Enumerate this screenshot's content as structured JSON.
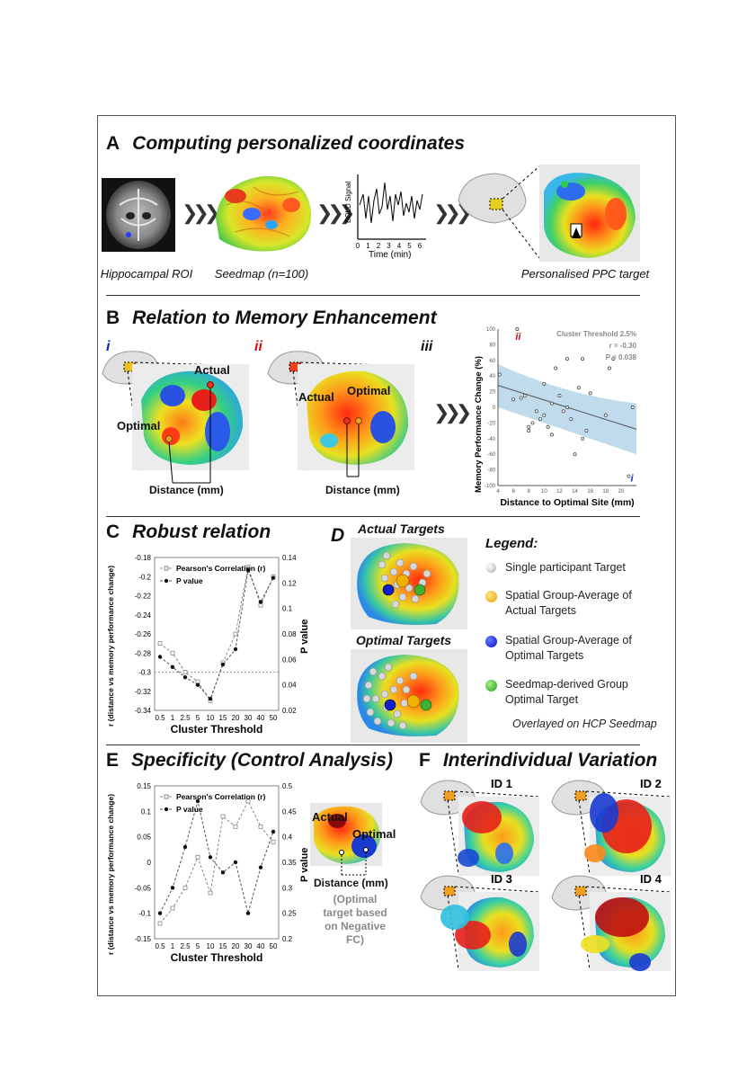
{
  "panelA": {
    "letter": "A",
    "title": "Computing personalized coordinates",
    "captions": {
      "roi": "Hippocampal ROI",
      "seedmap": "Seedmap (n=100)",
      "target": "Personalised PPC target"
    },
    "bold": {
      "ylabel": "BOLD Signal",
      "xlabel": "Time (min)",
      "ticks": [
        "0",
        "1",
        "2",
        "3",
        "4",
        "5",
        "6"
      ]
    }
  },
  "panelB": {
    "letter": "B",
    "title": "Relation to Memory Enhancement",
    "i": "i",
    "ii": "ii",
    "iii": "iii",
    "actual": "Actual",
    "optimal": "Optimal",
    "distance": "Distance (mm)",
    "scatter": {
      "annot1": "Cluster Threshold 2.5%",
      "annot2": "r = -0.30",
      "annot3": "P = 0.038",
      "ylabel": "Memory Performance Change (%)",
      "xlabel": "Distance to Optimal Site (mm)",
      "ii_mark": "ii",
      "i_mark": "i",
      "yticks": [
        "100",
        "80",
        "60",
        "40",
        "20",
        "0",
        "-20",
        "-40",
        "-60",
        "-80",
        "-100"
      ],
      "xticks": [
        "4",
        "6",
        "8",
        "10",
        "12",
        "14",
        "16",
        "18",
        "20"
      ]
    }
  },
  "panelC": {
    "letter": "C",
    "title": "Robust relation",
    "legend_r": "Pearson's Correlation (r)",
    "legend_p": "P value",
    "ylabel": "r (distance vs memory performance change)",
    "y2label": "P value",
    "xlabel": "Cluster Threshold",
    "yticks": [
      "-0.18",
      "-0.2",
      "-0.22",
      "-0.24",
      "-0.26",
      "-0.28",
      "-0.3",
      "-0.32",
      "-0.34"
    ],
    "y2ticks": [
      "0.14",
      "0.12",
      "0.1",
      "0.08",
      "0.06",
      "0.04",
      "0.02"
    ],
    "xticks": [
      "0.5",
      "1",
      "2.5",
      "5",
      "10",
      "15",
      "20",
      "30",
      "40",
      "50"
    ]
  },
  "panelD": {
    "letter": "D",
    "actual_title": "Actual Targets",
    "optimal_title": "Optimal Targets",
    "legend_title": "Legend",
    "items": [
      "Single participant Target",
      "Spatial Group-Average of Actual Targets",
      "Spatial Group-Average of Optimal Targets",
      "Seedmap-derived Group Optimal Target"
    ],
    "footer": "Overlayed on HCP Seedmap"
  },
  "panelE": {
    "letter": "E",
    "title": "Specificity (Control Analysis)",
    "legend_r": "Pearson's Correlation (r)",
    "legend_p": "P value",
    "ylabel": "r (distance vs memory performance change)",
    "y2label": "P value",
    "xlabel": "Cluster Threshold",
    "yticks": [
      "0.15",
      "0.1",
      "0.05",
      "0",
      "-0.05",
      "-0.1",
      "-0.15"
    ],
    "y2ticks": [
      "0.5",
      "0.45",
      "0.4",
      "0.35",
      "0.3",
      "0.25",
      "0.2"
    ],
    "xticks": [
      "0.5",
      "1",
      "2.5",
      "5",
      "10",
      "15",
      "20",
      "30",
      "40",
      "50"
    ],
    "actual": "Actual",
    "optimal": "Optimal",
    "distance": "Distance (mm)",
    "note": "(Optimal target based on Negative FC)"
  },
  "panelF": {
    "letter": "F",
    "title": "Interindividual Variation",
    "ids": [
      "ID 1",
      "ID 2",
      "ID 3",
      "ID 4"
    ]
  },
  "chart_data": [
    {
      "type": "scatter",
      "title": "",
      "xlabel": "Distance to Optimal Site (mm)",
      "ylabel": "Memory Performance Change (%)",
      "xlim": [
        4,
        22
      ],
      "ylim": [
        -100,
        100
      ],
      "points": [
        [
          4.2,
          42
        ],
        [
          6,
          10
        ],
        [
          7,
          12
        ],
        [
          7.5,
          15
        ],
        [
          8,
          -25
        ],
        [
          8,
          -30
        ],
        [
          8.5,
          -20
        ],
        [
          9,
          -5
        ],
        [
          9.5,
          -15
        ],
        [
          10,
          -10
        ],
        [
          10,
          30
        ],
        [
          10.5,
          -25
        ],
        [
          11,
          5
        ],
        [
          11,
          -35
        ],
        [
          11.5,
          50
        ],
        [
          12,
          15
        ],
        [
          12.5,
          -5
        ],
        [
          13,
          0
        ],
        [
          13,
          62
        ],
        [
          13.5,
          -15
        ],
        [
          14,
          -60
        ],
        [
          14.5,
          25
        ],
        [
          15,
          -40
        ],
        [
          15,
          62
        ],
        [
          15.5,
          -30
        ],
        [
          16,
          18
        ],
        [
          18,
          -10
        ],
        [
          18.5,
          50
        ],
        [
          19,
          62
        ],
        [
          21.5,
          0
        ],
        [
          6.5,
          100
        ],
        [
          21,
          -88
        ]
      ],
      "fit": {
        "x": [
          4,
          22
        ],
        "y": [
          28,
          -28
        ]
      }
    },
    {
      "type": "line",
      "title": "",
      "xlabel": "Cluster Threshold",
      "ylabel": "r (distance vs memory performance change)",
      "y2label": "P value",
      "categories": [
        "0.5",
        "1",
        "2.5",
        "5",
        "10",
        "15",
        "20",
        "30",
        "40",
        "50"
      ],
      "ylim": [
        -0.34,
        -0.18
      ],
      "y2lim": [
        0.02,
        0.14
      ],
      "series": [
        {
          "name": "Pearson's Correlation (r)",
          "axis": "left",
          "values": [
            -0.27,
            -0.28,
            -0.3,
            -0.31,
            -0.33,
            -0.29,
            -0.26,
            -0.19,
            -0.23,
            -0.2
          ]
        },
        {
          "name": "P value",
          "axis": "right",
          "values": [
            0.062,
            0.054,
            0.046,
            0.04,
            0.029,
            0.056,
            0.068,
            0.13,
            0.105,
            0.124
          ]
        }
      ]
    },
    {
      "type": "line",
      "title": "",
      "xlabel": "Cluster Threshold",
      "ylabel": "r (distance vs memory performance change)",
      "y2label": "P value",
      "categories": [
        "0.5",
        "1",
        "2.5",
        "5",
        "10",
        "15",
        "20",
        "30",
        "40",
        "50"
      ],
      "ylim": [
        -0.15,
        0.15
      ],
      "y2lim": [
        0.2,
        0.5
      ],
      "series": [
        {
          "name": "Pearson's Correlation (r)",
          "axis": "left",
          "values": [
            -0.12,
            -0.09,
            -0.05,
            0.01,
            -0.06,
            0.09,
            0.07,
            0.12,
            0.07,
            0.04
          ]
        },
        {
          "name": "P value",
          "axis": "right",
          "values": [
            0.25,
            0.3,
            0.38,
            0.47,
            0.36,
            0.33,
            0.35,
            0.25,
            0.34,
            0.41
          ]
        }
      ]
    }
  ]
}
